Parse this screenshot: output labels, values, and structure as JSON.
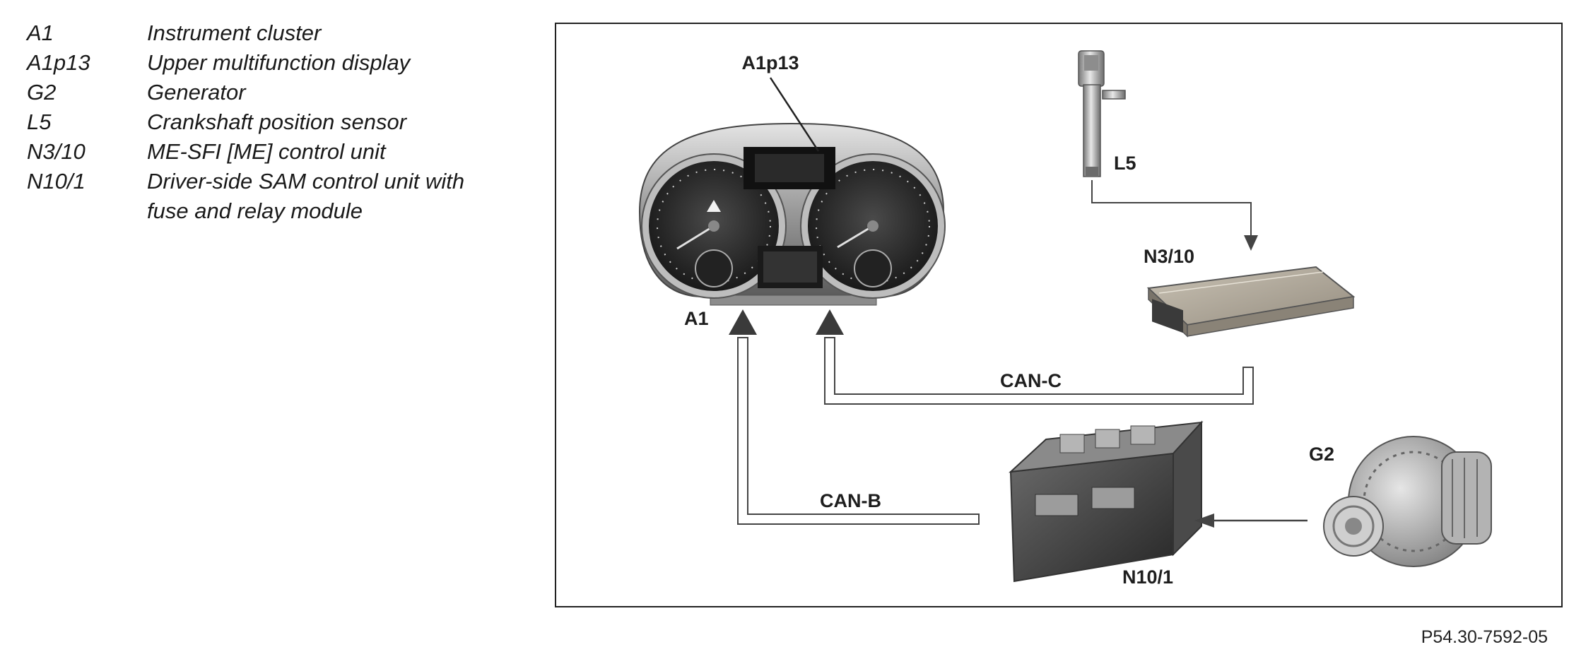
{
  "legend": [
    {
      "code": "A1",
      "text": "Instrument cluster"
    },
    {
      "code": "A1p13",
      "text": "Upper multifunction display"
    },
    {
      "code": "G2",
      "text": "Generator"
    },
    {
      "code": "L5",
      "text": "Crankshaft position sensor"
    },
    {
      "code": "N3/10",
      "text": "ME-SFI [ME] control unit"
    },
    {
      "code": "N10/1",
      "text": "Driver-side SAM control unit with",
      "text2": "fuse and relay module"
    }
  ],
  "labels": {
    "a1p13": "A1p13",
    "l5": "L5",
    "n3_10": "N3/10",
    "a1": "A1",
    "can_c": "CAN-C",
    "can_b": "CAN-B",
    "g2": "G2",
    "n10_1": "N10/1"
  },
  "figure_number": "P54.30-7592-05"
}
